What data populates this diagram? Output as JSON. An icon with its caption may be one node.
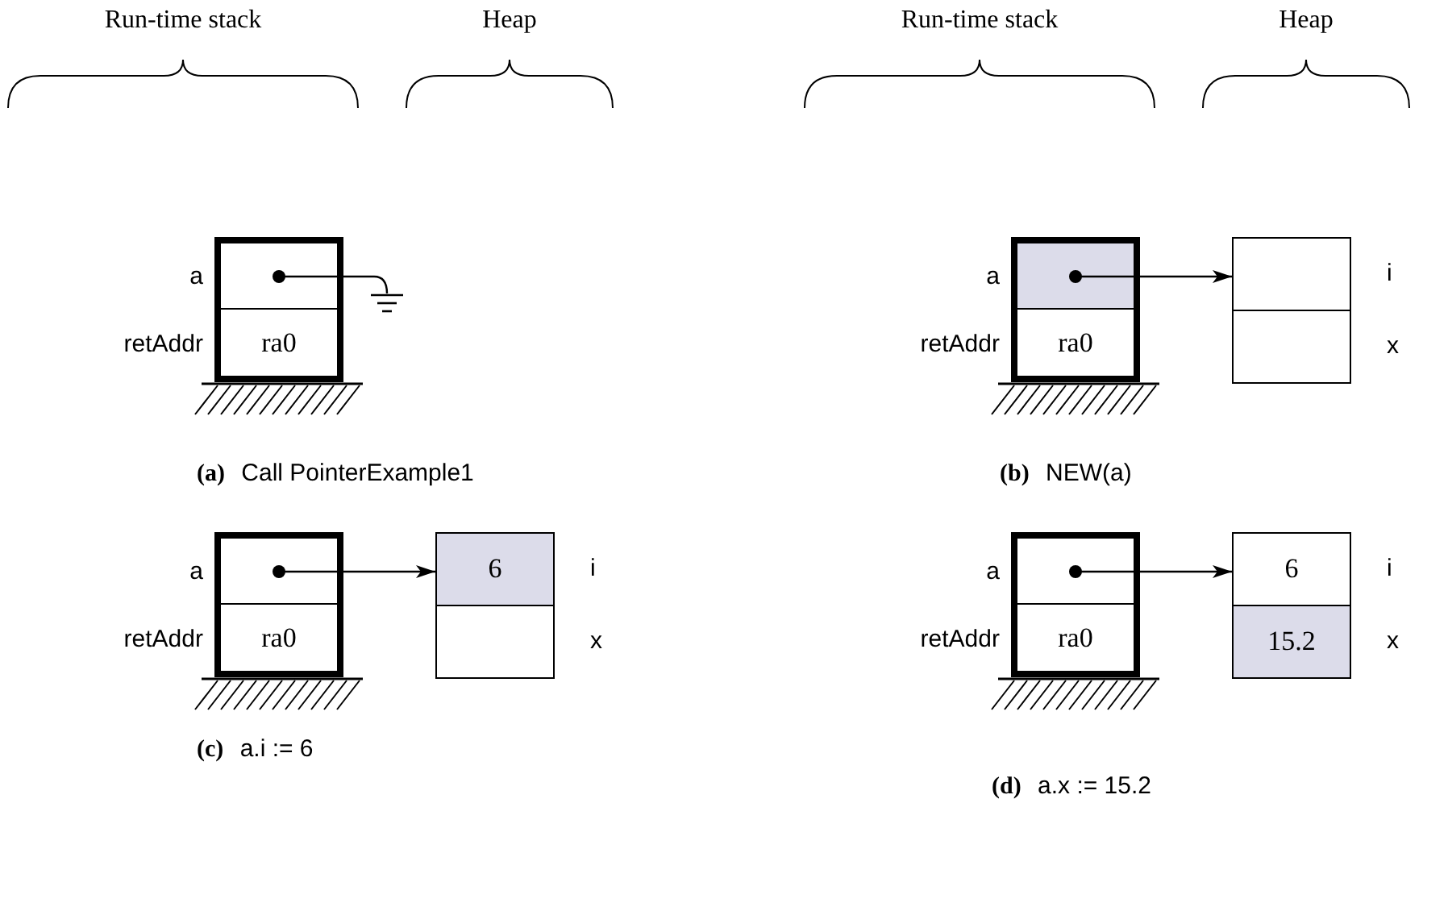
{
  "diagram": {
    "nodes": [
      {
        "text": [],
        "shape": "box"
      },
      {
        "text": [],
        "shape": "box",
        "in": 0,
        "beside": [
          "a"
        ]
      },
      {
        "text": [
          "ra0"
        ],
        "in": 0
      },
      {
        "text": [],
        "shape": "ground"
      },
      {
        "text": [],
        "shape": "box"
      },
      {
        "text": [],
        "shape": "box",
        "in": 4,
        "beside": [
          "a"
        ]
      },
      {
        "text": [
          "ra0"
        ],
        "in": 4
      },
      {
        "text": [],
        "shape": "box",
        "beside": [
          "i"
        ]
      },
      {
        "text": [],
        "shape": "box",
        "beside": [
          "x"
        ]
      },
      {
        "text": [],
        "shape": "box"
      },
      {
        "text": [],
        "shape": "box",
        "in": 9,
        "beside": [
          "a"
        ]
      },
      {
        "text": [
          "ra0"
        ],
        "in": 9
      },
      {
        "text": [
          "6"
        ],
        "beside": [
          "i"
        ]
      },
      {
        "text": [],
        "shape": "box",
        "beside": [
          "x"
        ]
      },
      {
        "text": [],
        "shape": "box"
      },
      {
        "text": [],
        "shape": "box",
        "in": 14,
        "beside": [
          "a"
        ]
      },
      {
        "text": [
          "ra0"
        ],
        "in": 14
      },
      {
        "text": [
          "6"
        ],
        "beside": [
          "i"
        ]
      },
      {
        "text": [
          "15.2"
        ],
        "beside": [
          "x"
        ]
      }
    ],
    "edges": [
      {
        "from": 1,
        "to": 3,
        "arrow": "none"
      },
      {
        "from": 5,
        "to": 7,
        "arrow": "to"
      },
      {
        "from": 10,
        "to": 12,
        "arrow": "to"
      },
      {
        "from": 15,
        "to": 17,
        "arrow": "to"
      }
    ],
    "labels": [
      "Run-time stack",
      "Heap",
      "Run-time stack",
      "Heap",
      "retAddr",
      "retAddr",
      "**(a)** Call PointerExample1",
      "**(b)** NEW(a)",
      "retAddr",
      "retAddr",
      "**(c)** a.i := 6",
      "**(d)** a.x := 15.2"
    ]
  }
}
